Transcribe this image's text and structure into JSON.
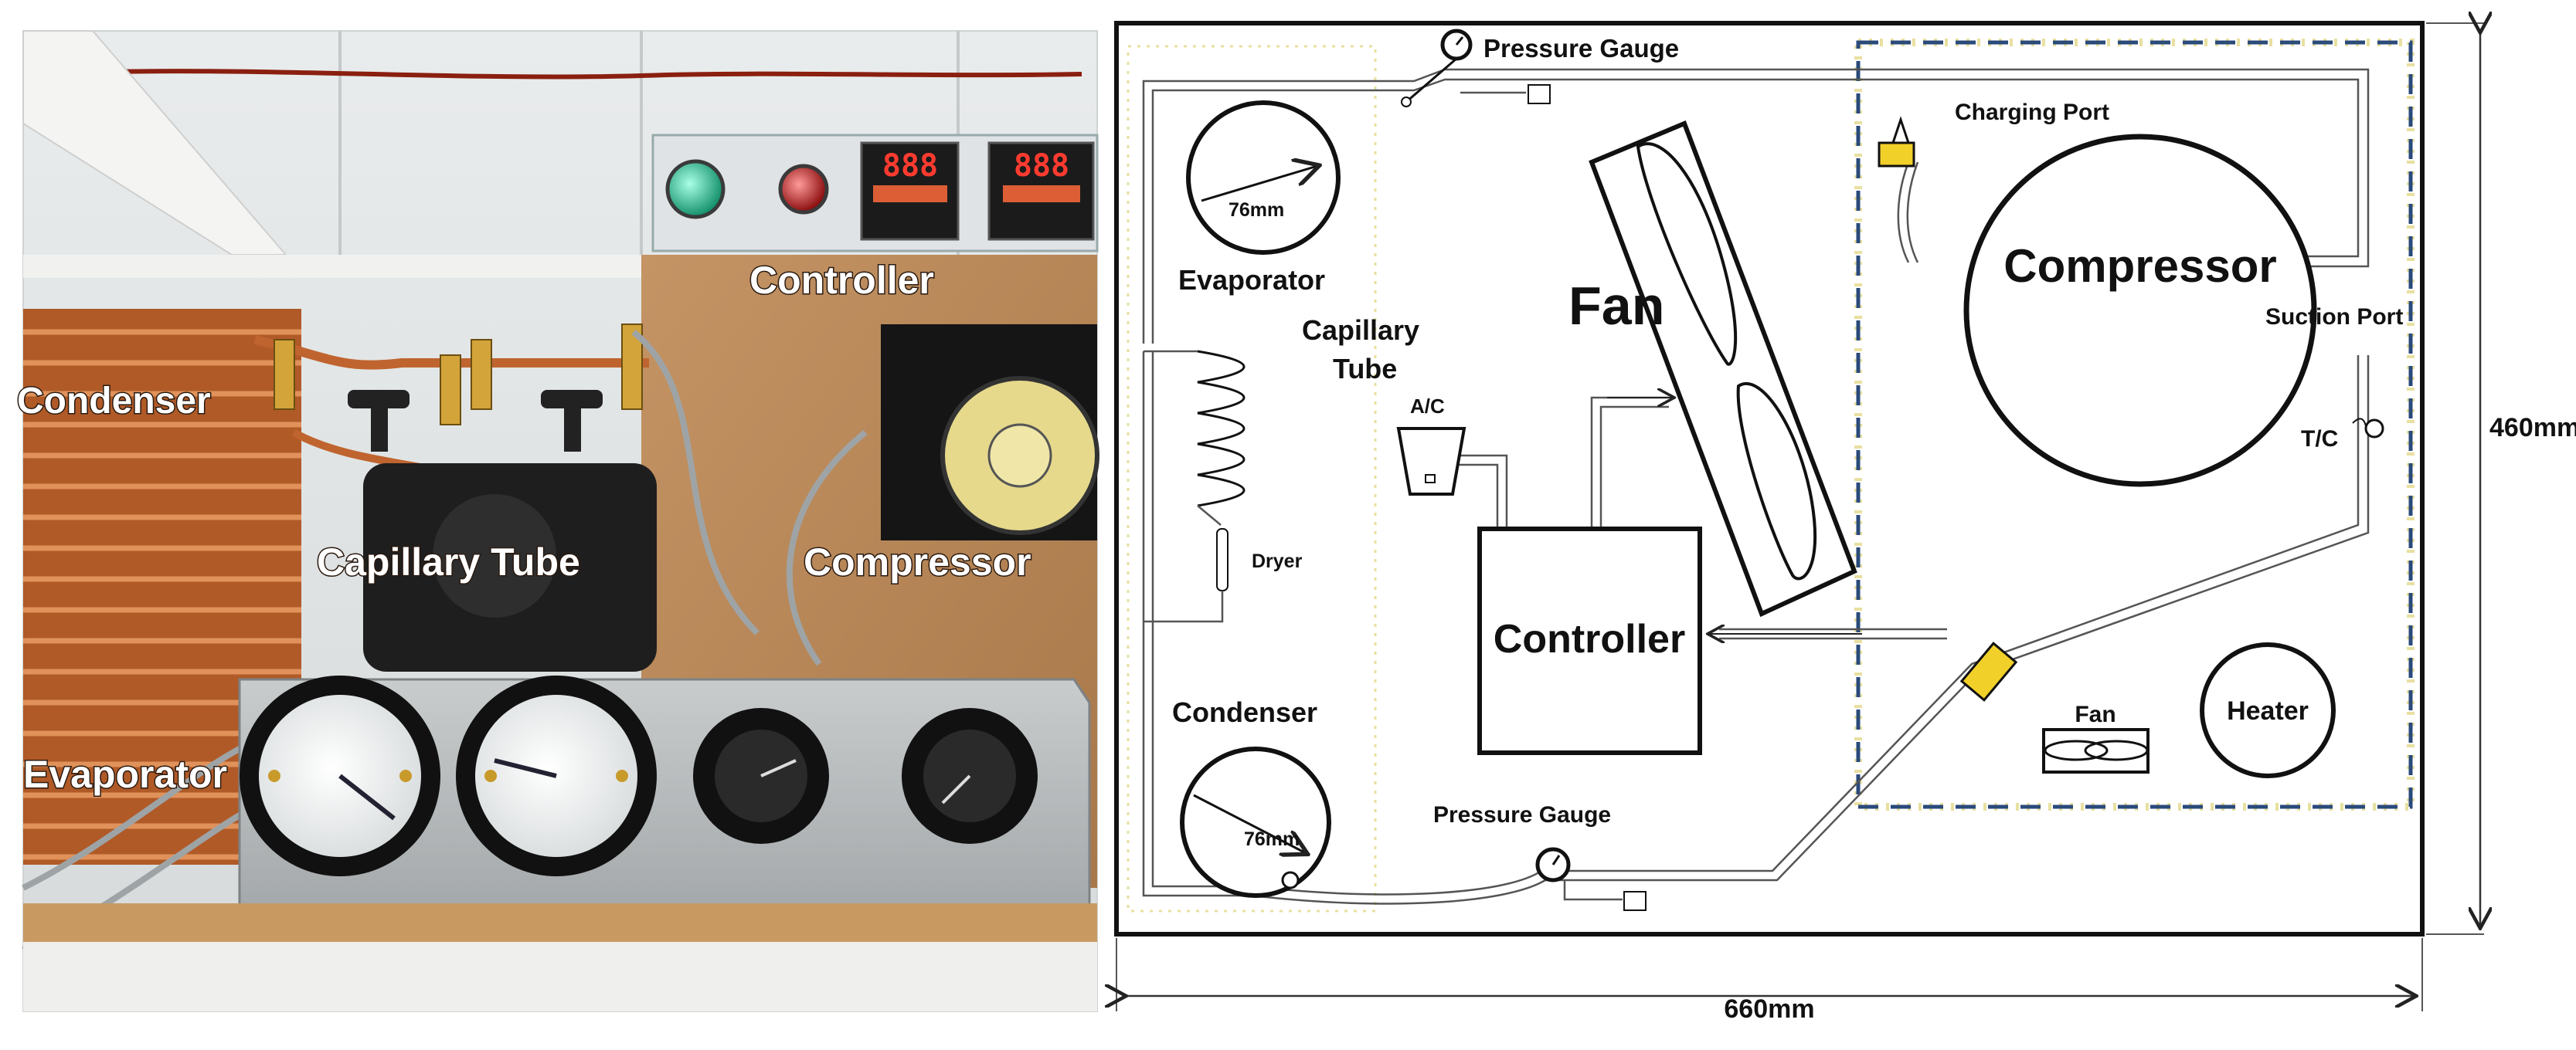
{
  "photo": {
    "labels": {
      "condenser": "Condenser",
      "controller": "Controller",
      "capillary_tube": "Capillary Tube",
      "compressor": "Compressor",
      "evaporator": "Evaporator"
    },
    "displays": [
      "888",
      "888"
    ],
    "colors": {
      "copper": "#c0642f",
      "steel": "#b9bcbd",
      "board": "#b48456",
      "lamp_green": "#2ecf9c",
      "lamp_red": "#c81e1e"
    }
  },
  "schematic": {
    "labels": {
      "pressure_gauge_top": "Pressure Gauge",
      "charging_port": "Charging Port",
      "evaporator": "Evaporator",
      "evaporator_diameter": "76mm",
      "capillary_tube": [
        "Capillary",
        "Tube"
      ],
      "fan": "Fan",
      "compressor": "Compressor",
      "suction_port": "Suction Port",
      "ac": "A/C",
      "dryer": "Dryer",
      "tc": "T/C",
      "controller": "Controller",
      "condenser": "Condenser",
      "condenser_diameter": "76mm",
      "pressure_gauge_bottom": "Pressure Gauge",
      "small_fan": "Fan",
      "heater": "Heater"
    },
    "dimensions": {
      "height": "460mm",
      "width": "660mm"
    },
    "colors": {
      "dashed_box": "#2a4a7a",
      "dotted_box": "#e8e0a0",
      "dryer": "#f2d02a"
    }
  }
}
